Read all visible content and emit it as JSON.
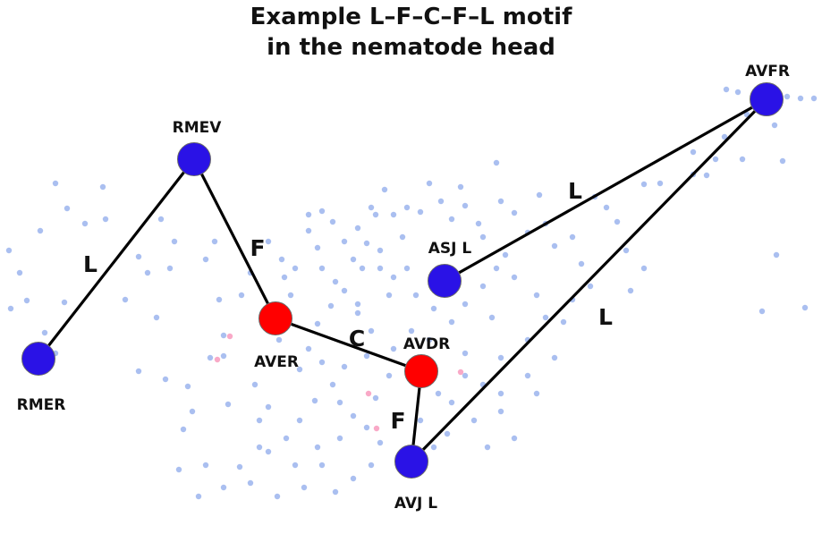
{
  "title": {
    "line1": "Example L–F–C–F–L motif",
    "line2": "in the nematode head"
  },
  "colors": {
    "background_dot": "#aabff0",
    "background_pink": "#f9a9c7",
    "blue_node": "#2a12e6",
    "red_node": "#ff0000",
    "edge": "#000000"
  },
  "nodes": [
    {
      "id": "RMEV",
      "label": "RMEV",
      "color": "blue"
    },
    {
      "id": "RMER",
      "label": "RMER",
      "color": "blue"
    },
    {
      "id": "AVER",
      "label": "AVER",
      "color": "red"
    },
    {
      "id": "AVDR",
      "label": "AVDR",
      "color": "red"
    },
    {
      "id": "AVJL",
      "label": "AVJ L",
      "color": "blue"
    },
    {
      "id": "ASJL",
      "label": "ASJ L",
      "color": "blue"
    },
    {
      "id": "AVFR",
      "label": "AVFR",
      "color": "blue"
    }
  ],
  "edges": [
    {
      "from": "RMER",
      "to": "RMEV",
      "label": "L"
    },
    {
      "from": "RMEV",
      "to": "AVER",
      "label": "F"
    },
    {
      "from": "AVER",
      "to": "AVDR",
      "label": "C"
    },
    {
      "from": "AVDR",
      "to": "AVJL",
      "label": "F"
    },
    {
      "from": "ASJL",
      "to": "AVFR",
      "label": "L"
    },
    {
      "from": "AVJL",
      "to": "AVFR",
      "label": "L"
    }
  ]
}
